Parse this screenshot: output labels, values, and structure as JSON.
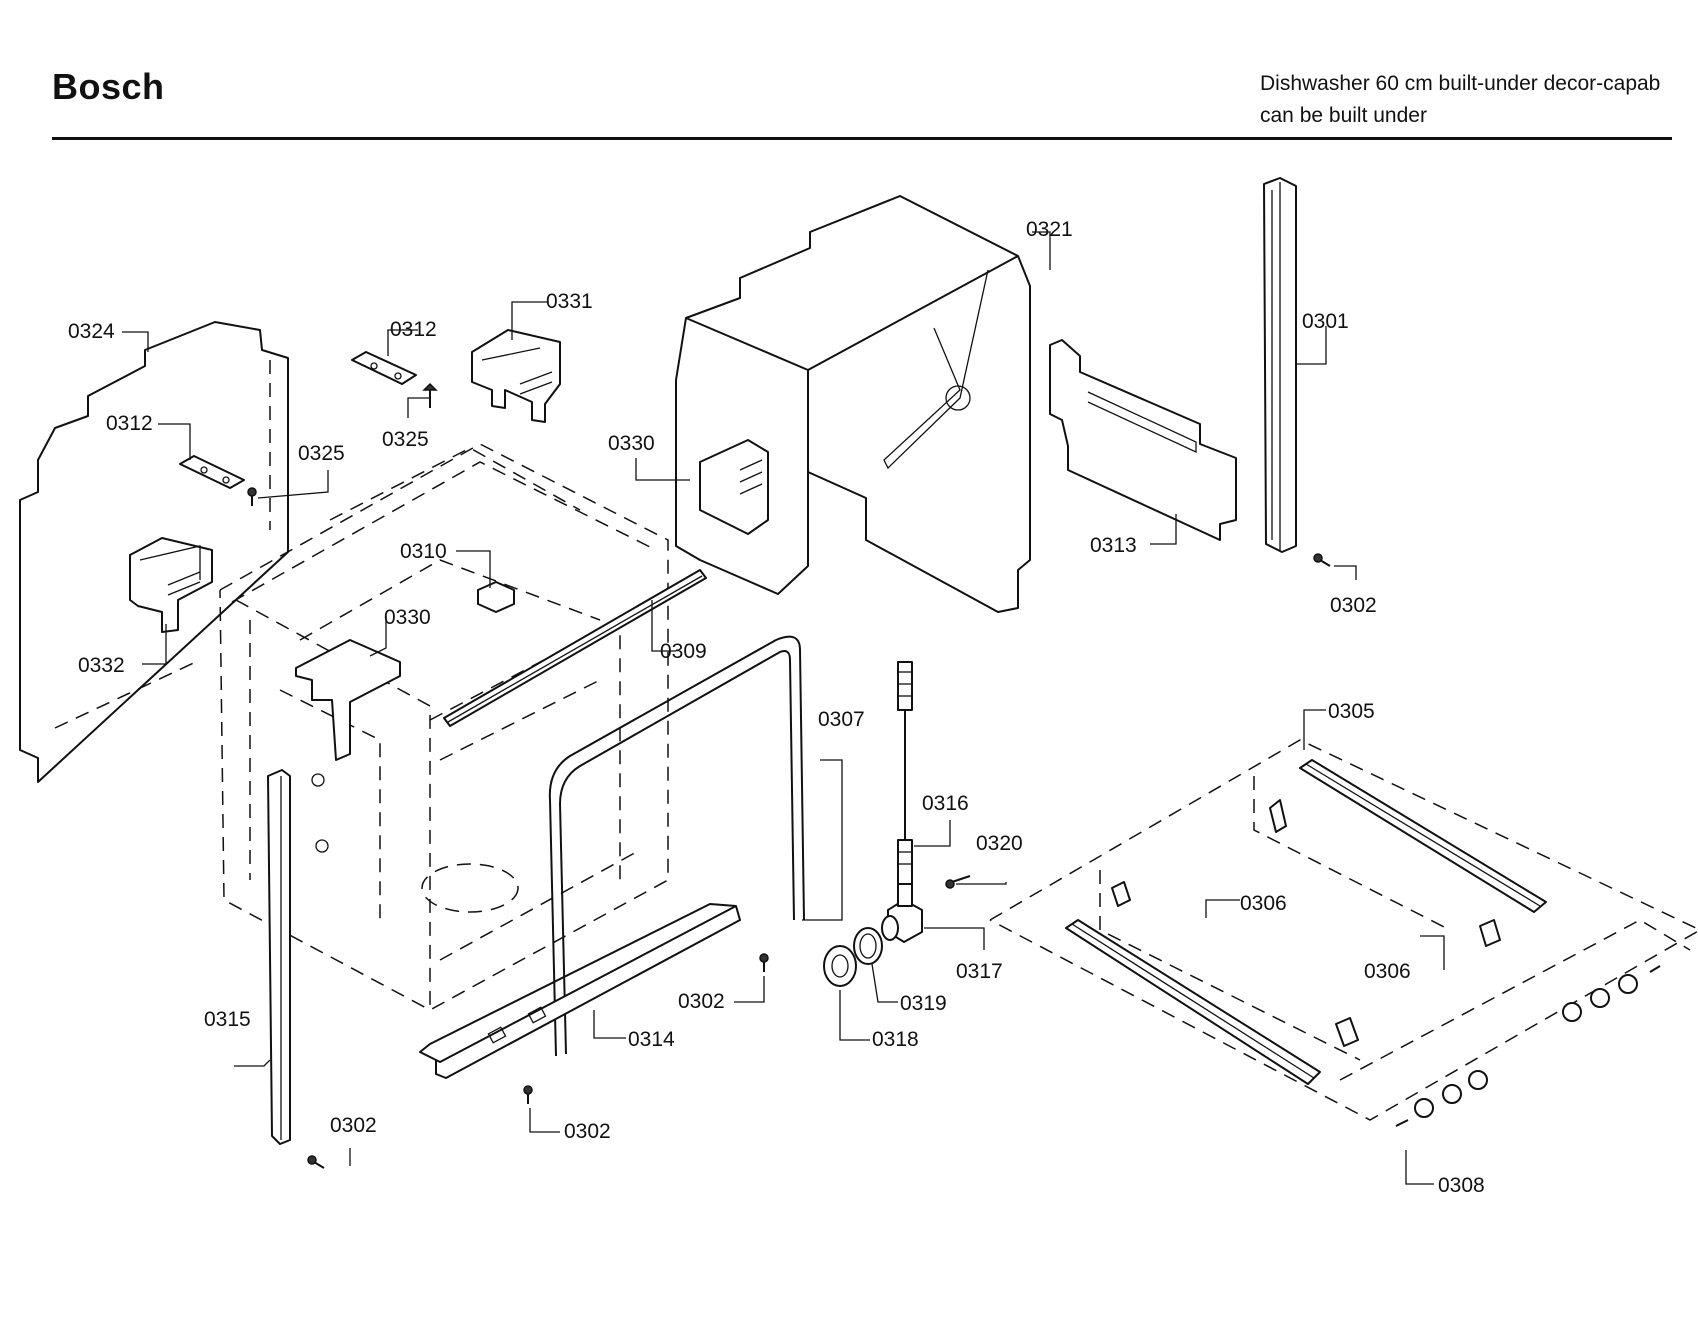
{
  "header": {
    "brand": "Bosch",
    "model_line1": "Dishwasher 60 cm built-under decor-capab",
    "model_line2": "can be built under"
  },
  "labels": {
    "l0321": "0321",
    "l0331": "0331",
    "l0312a": "0312",
    "l0324": "0324",
    "l0312b": "0312",
    "l0325a": "0325",
    "l0325b": "0325",
    "l0301": "0301",
    "l0330a": "0330",
    "l0313": "0313",
    "l0302a": "0302",
    "l0310": "0310",
    "l0330b": "0330",
    "l0309": "0309",
    "l0332": "0332",
    "l0305": "0305",
    "l0307": "0307",
    "l0316": "0316",
    "l0320": "0320",
    "l0306a": "0306",
    "l0317": "0317",
    "l0306b": "0306",
    "l0319": "0319",
    "l0302b": "0302",
    "l0315": "0315",
    "l0314": "0314",
    "l0318": "0318",
    "l0302c": "0302",
    "l0302d": "0302",
    "l0308": "0308"
  }
}
